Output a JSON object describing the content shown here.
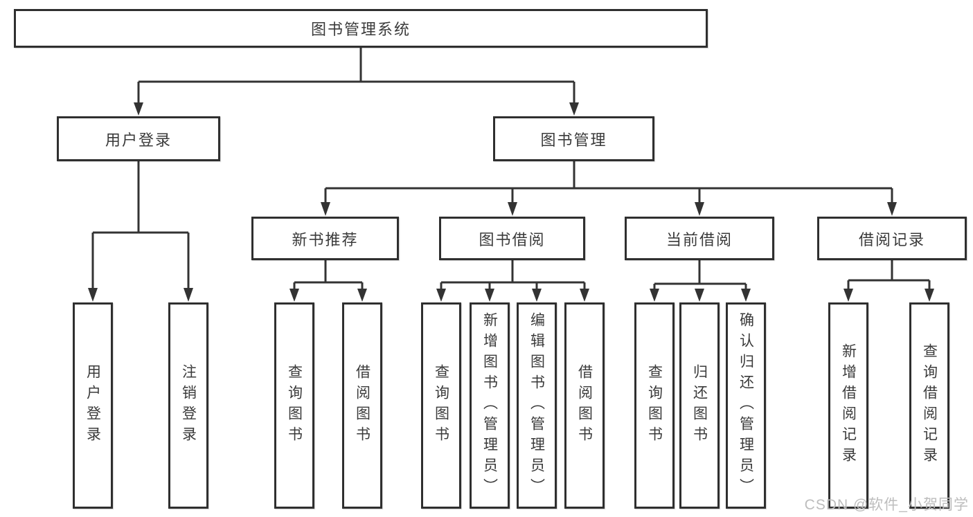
{
  "tree": {
    "root": {
      "label": "图书管理系统"
    },
    "level2": [
      {
        "label": "用户登录"
      },
      {
        "label": "图书管理"
      }
    ],
    "level3": [
      {
        "label": "新书推荐",
        "parent": "图书管理"
      },
      {
        "label": "图书借阅",
        "parent": "图书管理"
      },
      {
        "label": "当前借阅",
        "parent": "图书管理"
      },
      {
        "label": "借阅记录",
        "parent": "图书管理"
      }
    ],
    "leaves": [
      {
        "label": "用户登录",
        "parent": "用户登录"
      },
      {
        "label": "注销登录",
        "parent": "用户登录"
      },
      {
        "label": "查询图书",
        "parent": "新书推荐"
      },
      {
        "label": "借阅图书",
        "parent": "新书推荐"
      },
      {
        "label": "查询图书",
        "parent": "图书借阅"
      },
      {
        "label": "新增图书（管理员）",
        "parent": "图书借阅"
      },
      {
        "label": "编辑图书（管理员）",
        "parent": "图书借阅"
      },
      {
        "label": "借阅图书",
        "parent": "图书借阅"
      },
      {
        "label": "查询图书",
        "parent": "当前借阅"
      },
      {
        "label": "归还图书",
        "parent": "当前借阅"
      },
      {
        "label": "确认归还（管理员）",
        "parent": "当前借阅"
      },
      {
        "label": "新增借阅记录",
        "parent": "借阅记录"
      },
      {
        "label": "查询借阅记录",
        "parent": "借阅记录"
      }
    ]
  },
  "watermark": {
    "text": "CSDN @软件_小贺同学"
  },
  "colors": {
    "line": "#333333",
    "border": "#2f2f2f",
    "text": "#3a3a3a",
    "background": "#ffffff",
    "watermark": "#bdbdbd"
  }
}
